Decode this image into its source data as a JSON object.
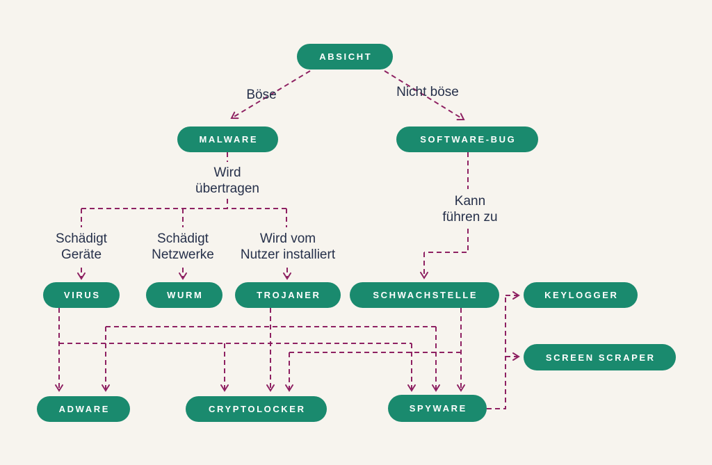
{
  "title": "Malware-Diagramm",
  "colors": {
    "background": "#f7f4ee",
    "node_fill": "#1a8a6e",
    "node_text": "#ffffff",
    "connector": "#8e2162",
    "label_text": "#26304a"
  },
  "nodes": {
    "absicht": {
      "label": "ABSICHT"
    },
    "malware": {
      "label": "MALWARE"
    },
    "software_bug": {
      "label": "SOFTWARE-BUG"
    },
    "virus": {
      "label": "VIRUS"
    },
    "wurm": {
      "label": "WURM"
    },
    "trojaner": {
      "label": "TROJANER"
    },
    "schwachstelle": {
      "label": "SCHWACHSTELLE"
    },
    "keylogger": {
      "label": "KEYLOGGER"
    },
    "screen_scraper": {
      "label": "SCREEN SCRAPER"
    },
    "adware": {
      "label": "ADWARE"
    },
    "cryptolocker": {
      "label": "CRYPTOLOCKER"
    },
    "spyware": {
      "label": "SPYWARE"
    }
  },
  "edge_labels": {
    "boese": "Böse",
    "nicht_boese": "Nicht böse",
    "wird_uebertragen": "Wird\nübertragen",
    "kann_fuehren_zu": "Kann\nführen zu",
    "schaedigt_geraete": "Schädigt\nGeräte",
    "schaedigt_netzwerke": "Schädigt\nNetzwerke",
    "wird_vom_nutzer": "Wird vom\nNutzer installiert"
  },
  "edges": [
    {
      "from": "absicht",
      "to": "malware",
      "label": "Böse"
    },
    {
      "from": "absicht",
      "to": "software_bug",
      "label": "Nicht böse"
    },
    {
      "from": "malware",
      "to": "virus",
      "label": "Wird übertragen / Schädigt Geräte"
    },
    {
      "from": "malware",
      "to": "wurm",
      "label": "Wird übertragen / Schädigt Netzwerke"
    },
    {
      "from": "malware",
      "to": "trojaner",
      "label": "Wird übertragen / Wird vom Nutzer installiert"
    },
    {
      "from": "software_bug",
      "to": "schwachstelle",
      "label": "Kann führen zu"
    },
    {
      "from": "virus",
      "to": "adware",
      "label": ""
    },
    {
      "from": "virus",
      "to": "cryptolocker",
      "label": ""
    },
    {
      "from": "virus",
      "to": "spyware",
      "label": ""
    },
    {
      "from": "trojaner",
      "to": "adware",
      "label": ""
    },
    {
      "from": "trojaner",
      "to": "cryptolocker",
      "label": ""
    },
    {
      "from": "trojaner",
      "to": "spyware",
      "label": ""
    },
    {
      "from": "schwachstelle",
      "to": "cryptolocker",
      "label": ""
    },
    {
      "from": "schwachstelle",
      "to": "spyware",
      "label": ""
    },
    {
      "from": "spyware",
      "to": "keylogger",
      "label": ""
    },
    {
      "from": "spyware",
      "to": "screen_scraper",
      "label": ""
    }
  ]
}
